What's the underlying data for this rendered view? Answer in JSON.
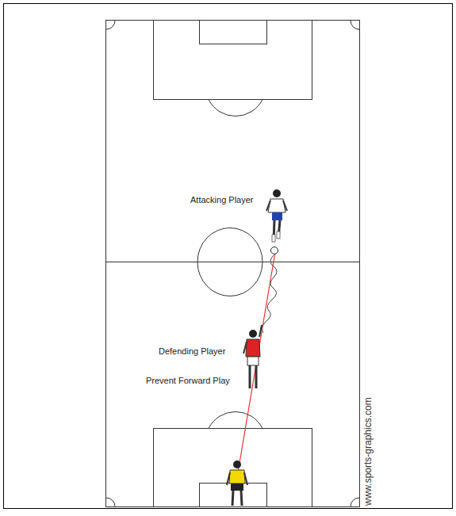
{
  "diagram": {
    "labels": [
      "Attacking Player",
      "Defending Player",
      "Prevent Forward Play",
      "www.sports-graphics.com"
    ]
  }
}
